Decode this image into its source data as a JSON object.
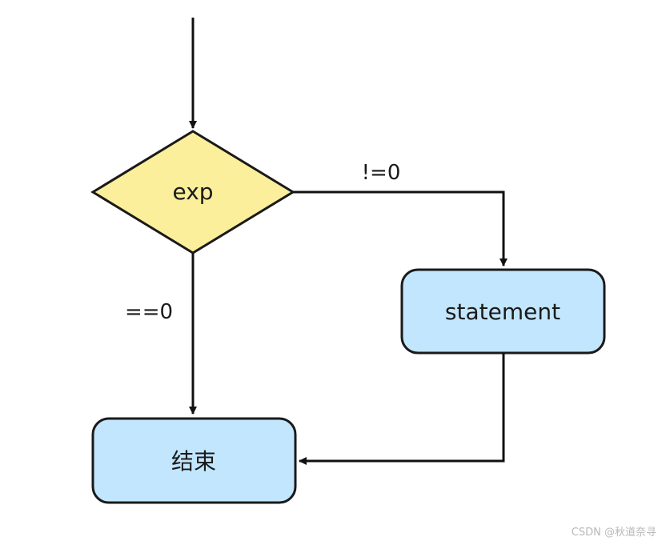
{
  "diagram": {
    "nodes": {
      "decision": {
        "label": "exp",
        "fill": "#fbef9b"
      },
      "statement": {
        "label": "statement",
        "fill": "#c2e6fd"
      },
      "end": {
        "label": "结束",
        "fill": "#c2e6fd"
      }
    },
    "edges": {
      "true_branch": {
        "label": "!=0"
      },
      "false_branch": {
        "label": "==0"
      }
    },
    "stroke_color": "#111111"
  },
  "watermark": "CSDN @秋道奈寻"
}
